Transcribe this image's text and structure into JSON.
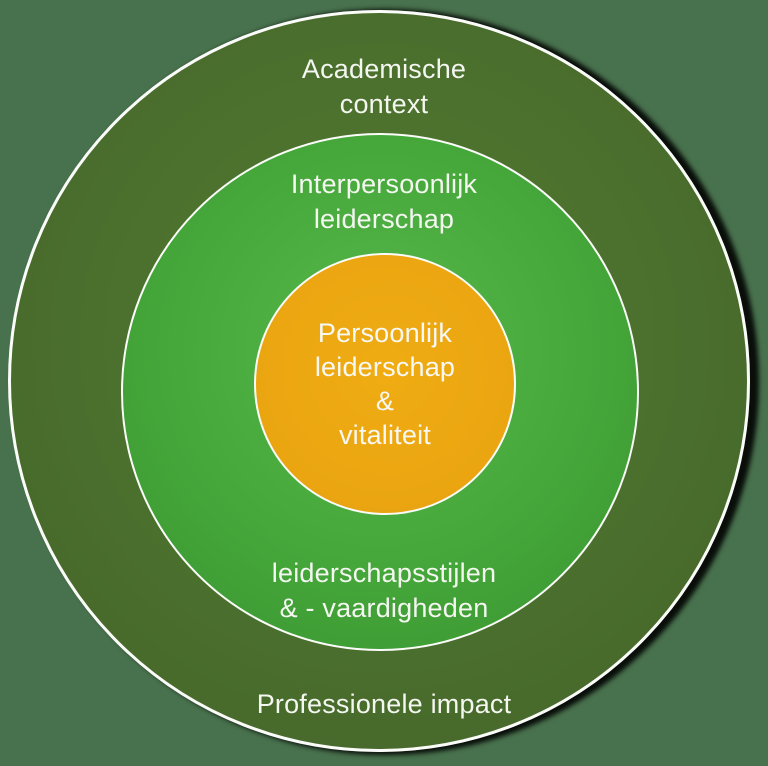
{
  "diagram": {
    "type": "concentric-circles",
    "rings": {
      "outer": {
        "name": "academische context / professionele impact",
        "top_line1": "Academische",
        "top_line2": "context",
        "bottom_label": "Professionele impact",
        "fill": "#486B2C"
      },
      "middle": {
        "name": "interpersoonlijk leiderschap",
        "top_line1": "Interpersoonlijk",
        "top_line2": "leiderschap",
        "bottom_line1": "leiderschapsstijlen",
        "bottom_line2": "& - vaardigheden",
        "fill_center": "#56B849",
        "fill_edge": "#38922F"
      },
      "center": {
        "name": "persoonlijk leiderschap & vitaliteit",
        "line1": "Persoonlijk",
        "line2": "leiderschap",
        "line3": "&",
        "line4": "vitaliteit",
        "fill": "#ECA712"
      }
    },
    "colors": {
      "page_background": "#48714D",
      "circle_stroke": "#FBFCF9",
      "drop_shadow": "#000000",
      "text": "#F4F6F0"
    }
  }
}
